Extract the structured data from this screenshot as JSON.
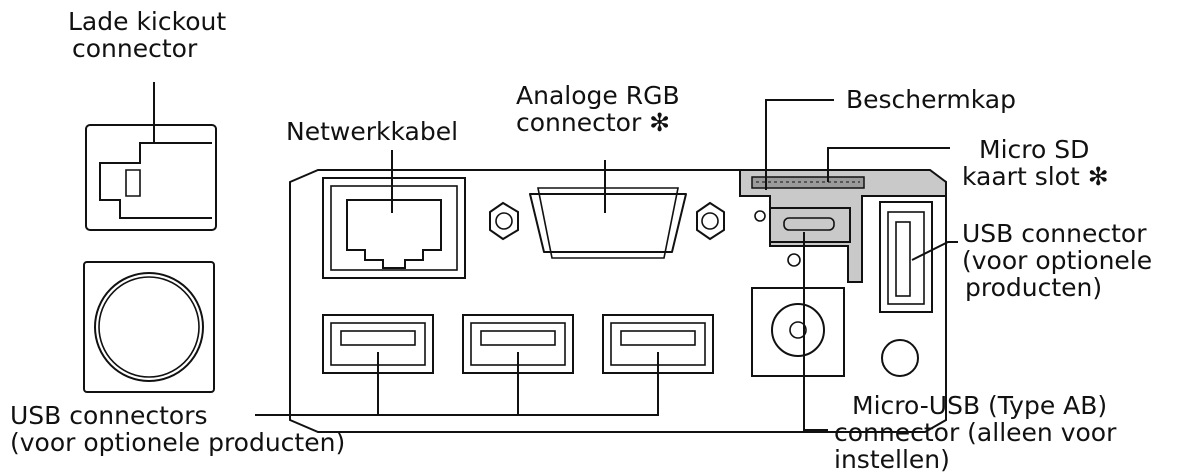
{
  "labels": {
    "drawer_kickout": [
      "Lade kickout",
      "connector"
    ],
    "network_cable": "Netwerkkabel",
    "analog_rgb": [
      "Analoge RGB",
      "connector ✻"
    ],
    "protective_cap": "Beschermkap",
    "micro_sd": [
      "Micro SD",
      "kaart slot ✻"
    ],
    "usb_connector": [
      "USB connector",
      "(voor optionele",
      "producten)"
    ],
    "usb_connectors": [
      "USB connectors",
      "(voor optionele producten)"
    ],
    "micro_usb": [
      "Micro-USB (Type AB)",
      "connector (alleen voor",
      "instellen)"
    ]
  },
  "colors": {
    "line": "#111111",
    "cap_fill": "#c9c9c9",
    "background": "#ffffff"
  }
}
